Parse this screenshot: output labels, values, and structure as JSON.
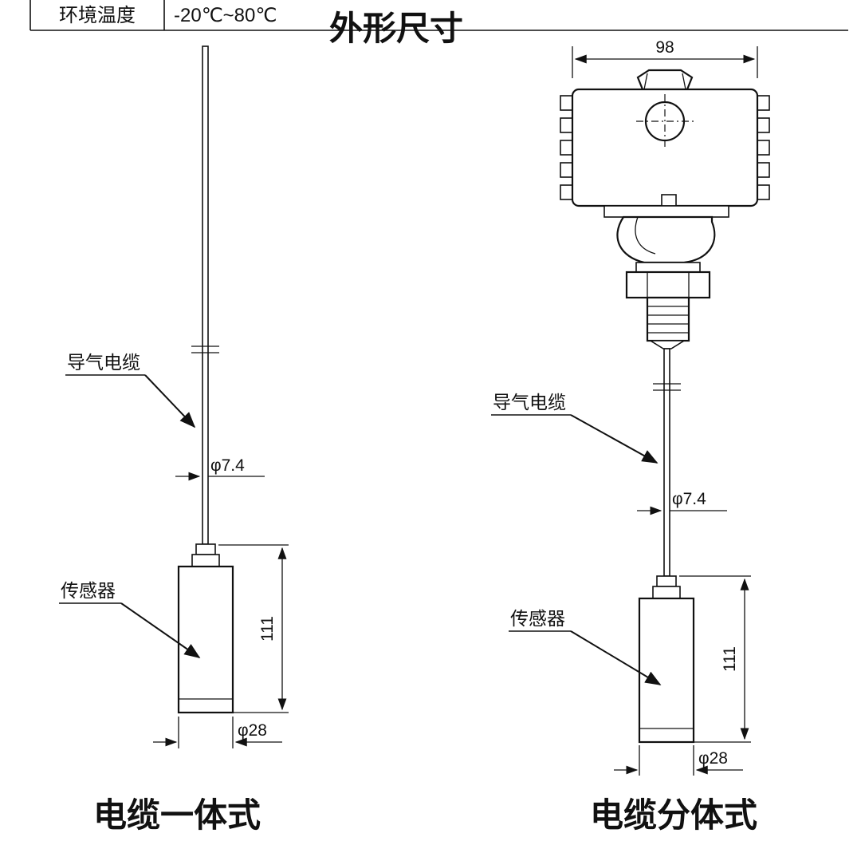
{
  "table": {
    "row_label": "环境温度",
    "row_value": "-20℃~80℃"
  },
  "title": "外形尺寸",
  "figures": {
    "left": {
      "caption": "电缆一体式",
      "labels": {
        "cable": "导气电缆",
        "sensor": "传感器"
      },
      "dims": {
        "cable_dia": "φ7.4",
        "sensor_len": "111",
        "sensor_dia": "φ28"
      }
    },
    "right": {
      "caption": "电缆分体式",
      "labels": {
        "cable": "导气电缆",
        "sensor": "传感器"
      },
      "dims": {
        "housing_width": "98",
        "cable_dia": "φ7.4",
        "sensor_len": "111",
        "sensor_dia": "φ28"
      }
    }
  }
}
